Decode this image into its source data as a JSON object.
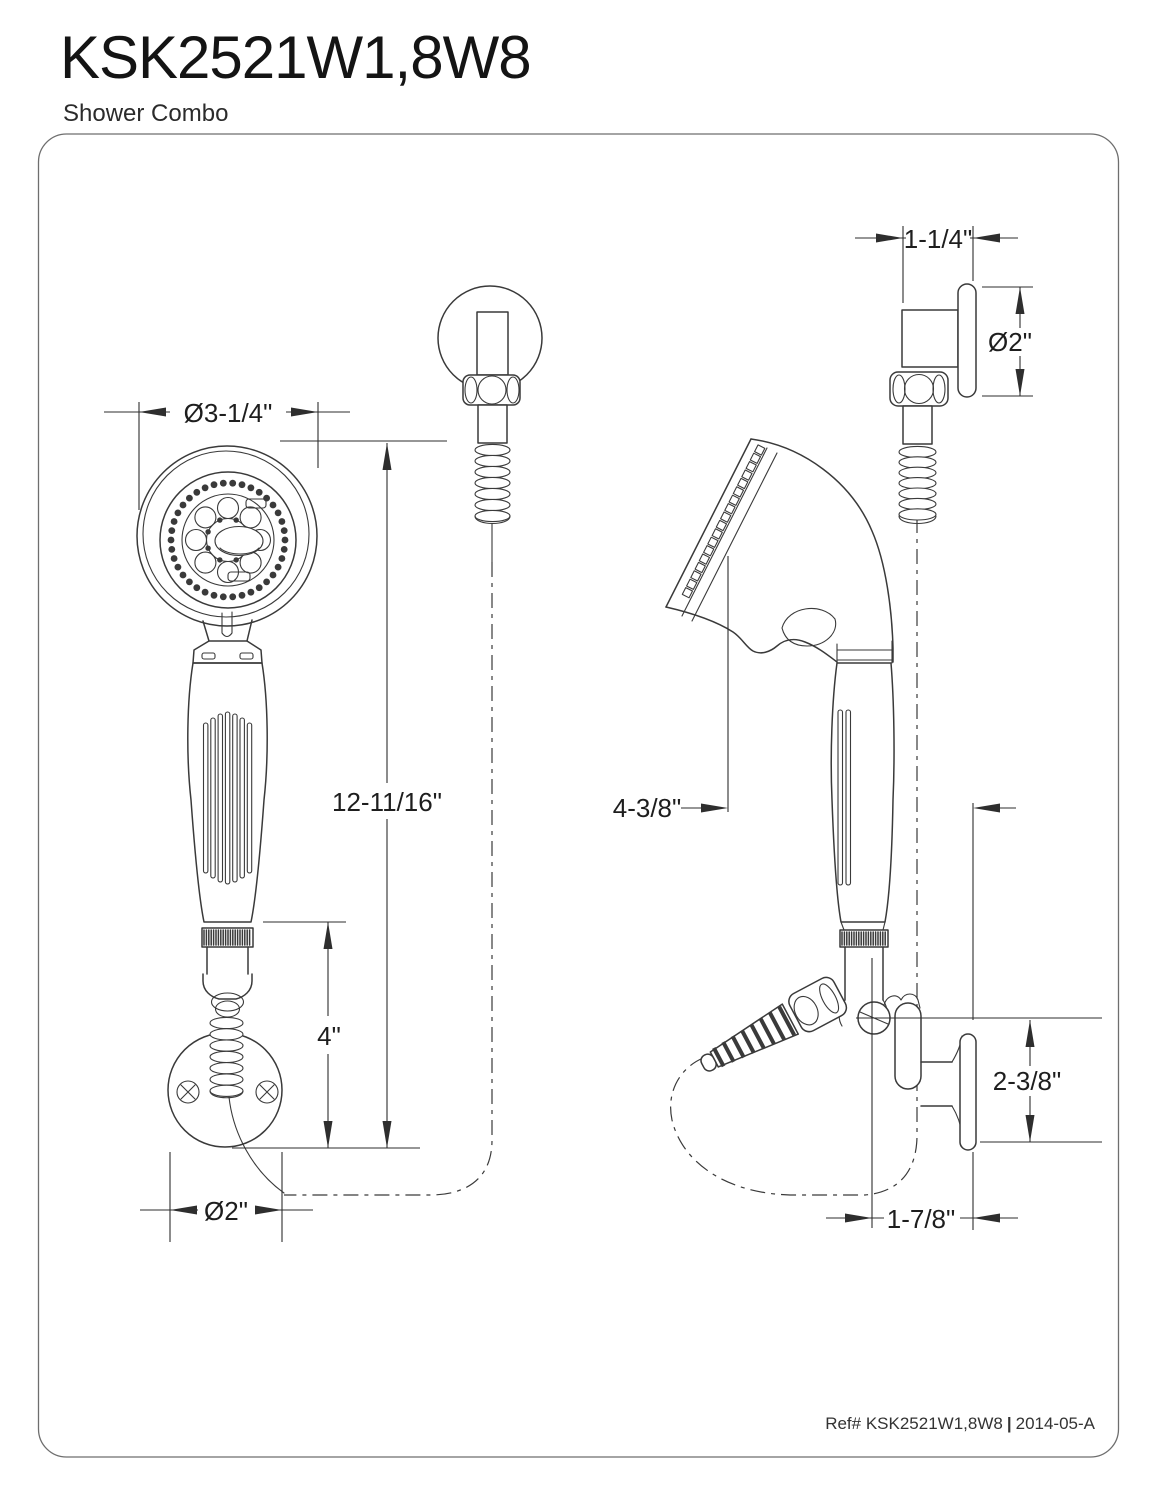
{
  "header": {
    "title": "KSK2521W1,8W8",
    "subtitle": "Shower Combo"
  },
  "dimensions": {
    "head_face_diameter": "Ø3-1/4\"",
    "overall_height": "12-11/16\"",
    "bracket_to_handle_bottom": "4\"",
    "wall_bracket_diameter": "Ø2\"",
    "supply_elbow_projection": "1-1/4\"",
    "supply_flange_diameter": "Ø2\"",
    "head_to_wall_depth": "4-3/8\"",
    "cradle_height": "2-3/8\"",
    "cradle_projection": "1-7/8\""
  },
  "footer": {
    "reference": "Ref# KSK2521W1,8W8",
    "divider": "|",
    "revision": "2014-05-A"
  }
}
